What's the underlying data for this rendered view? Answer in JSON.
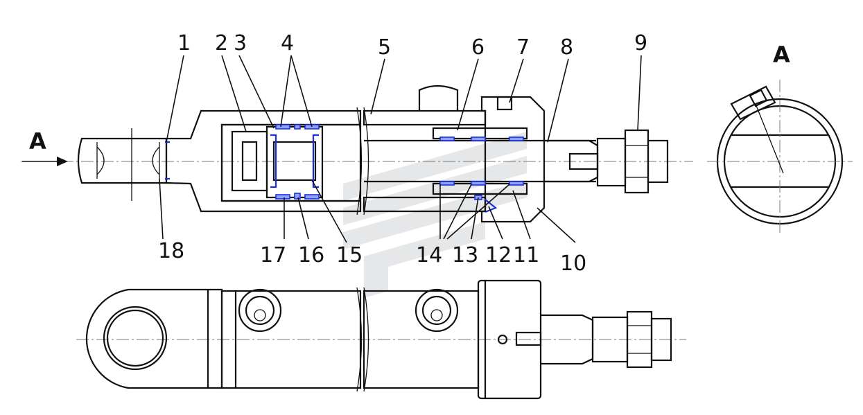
{
  "view_label": "A",
  "arrow_label": "A",
  "callouts": [
    "1",
    "2",
    "3",
    "4",
    "5",
    "6",
    "7",
    "8",
    "9",
    "10",
    "11",
    "12",
    "13",
    "14",
    "15",
    "16",
    "17",
    "18"
  ],
  "colors": {
    "line": "#111111",
    "seal": "#1c2fd6",
    "hatch": "#222222",
    "watermark": "#d0d4d8"
  }
}
